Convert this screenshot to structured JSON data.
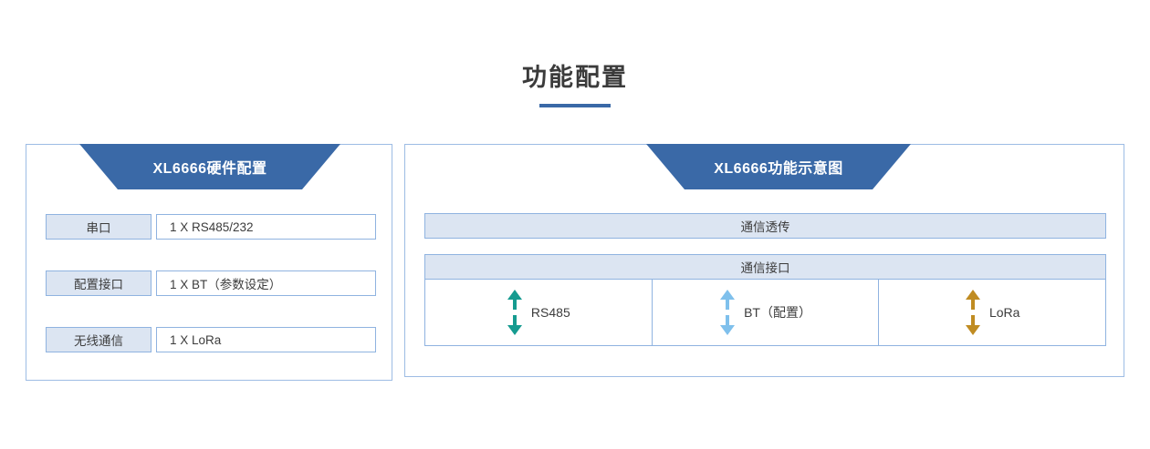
{
  "page": {
    "title": "功能配置"
  },
  "panels": {
    "hardware": {
      "banner_label": "XL6666硬件配置",
      "rows": [
        {
          "label": "串口",
          "value": "1 X RS485/232"
        },
        {
          "label": "配置接口",
          "value": "1 X BT（参数设定）"
        },
        {
          "label": "无线通信",
          "value": "1 X LoRa"
        }
      ]
    },
    "function": {
      "banner_label": "XL6666功能示意图",
      "transparent_transmission_label": "通信透传",
      "interface_header_label": "通信接口",
      "interfaces": [
        {
          "label": "RS485",
          "arrow_color": "#159b90",
          "icon": "double-arrow-icon"
        },
        {
          "label": "BT（配置）",
          "arrow_color": "#7fc0ec",
          "icon": "double-arrow-icon"
        },
        {
          "label": "LoRa",
          "arrow_color": "#c08c22",
          "icon": "double-arrow-icon"
        }
      ]
    }
  },
  "colors": {
    "brand_blue": "#3a69a7",
    "panel_border": "#9dbce4",
    "box_border": "#8fb3e0",
    "box_fill": "#dce5f2",
    "text": "#3c3c3c"
  }
}
